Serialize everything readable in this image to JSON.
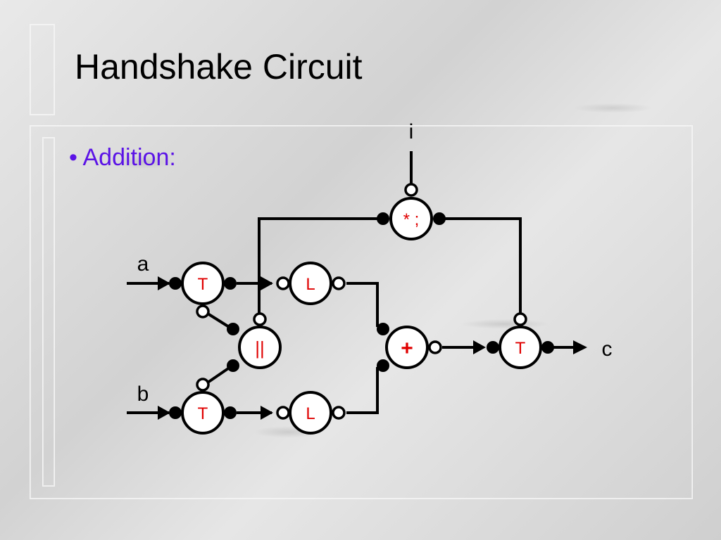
{
  "slide": {
    "title": "Handshake Circuit",
    "bullet": "Addition:"
  },
  "diagram": {
    "ports": {
      "i": "i",
      "a": "a",
      "b": "b",
      "c": "c"
    },
    "nodes": {
      "repeater": "* ;",
      "transferrer_a": "T",
      "transferrer_b": "T",
      "transferrer_out": "T",
      "latch_a": "L",
      "latch_b": "L",
      "parallel": "||",
      "adder": "+"
    }
  },
  "colors": {
    "title": "#000000",
    "bullet": "#5b13e6",
    "node_label": "#e00000"
  }
}
